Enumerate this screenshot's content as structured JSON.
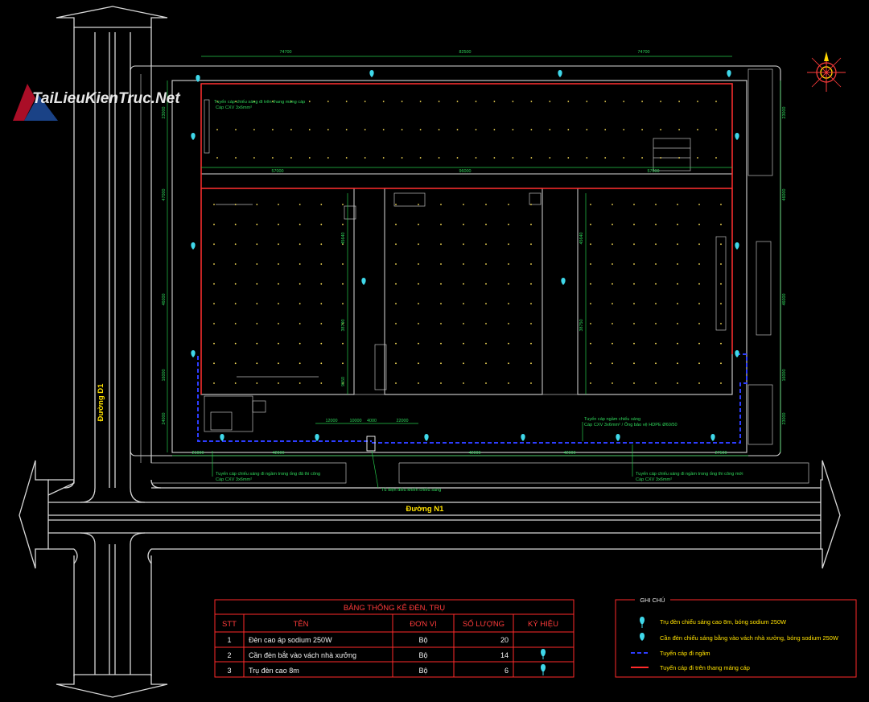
{
  "roads": {
    "road_d1": "Đường D1",
    "road_n1": "Đường N1"
  },
  "watermark": {
    "text": "TaiLieuKienTruc.Net"
  },
  "dimensions": {
    "top": [
      "74700",
      "82500",
      "74700"
    ],
    "mid": [
      "57000",
      "96000",
      "57000"
    ],
    "inner_top": [
      "12000",
      "10000",
      "4000",
      "22000"
    ],
    "bottom": [
      "21000",
      "42000",
      "42000",
      "42000",
      "27500"
    ],
    "left": [
      "23000",
      "47000",
      "46000",
      "16000",
      "24000"
    ],
    "right": [
      "23000",
      "46000",
      "46000",
      "16000",
      "23000"
    ],
    "inner_v": [
      "45640",
      "38790",
      "9550",
      "45640",
      "38750"
    ]
  },
  "annotations": {
    "top_tray_line1": "Tuyến cáp chiếu sáng đi trên thang máng cáp",
    "top_tray_line2": "Cáp CXV 3x6mm²",
    "underground_line1": "Tuyến cáp ngầm chiếu sáng",
    "underground_line2": "Cáp CXV 3x6mm² / Ống bảo vệ HDPE Ø60/50",
    "bottom_left_line1": "Tuyến cáp chiếu sáng đi ngầm trong ống đã thi công",
    "bottom_left_line2": "Cáp CXV 3x6mm²",
    "bottom_right_line1": "Tuyến cáp chiếu sáng đi ngầm trong ống thi công mới",
    "bottom_right_line2": "Cáp CXV 3x6mm²",
    "control_cabinet": "Tủ điện điều khiển chiếu sáng"
  },
  "stats_table": {
    "title": "BẢNG THỐNG KÊ ĐÈN, TRỤ",
    "headers": [
      "STT",
      "TÊN",
      "ĐƠN VỊ",
      "SỐ LƯỢNG",
      "KÝ HIỆU"
    ],
    "rows": [
      {
        "stt": "1",
        "name": "Đèn cao áp sodium 250W",
        "unit": "Bộ",
        "qty": "20"
      },
      {
        "stt": "2",
        "name": "Cần đèn bắt vào vách nhà xưởng",
        "unit": "Bộ",
        "qty": "14"
      },
      {
        "stt": "3",
        "name": "Trụ đèn cao 8m",
        "unit": "Bộ",
        "qty": "6"
      }
    ]
  },
  "legend": {
    "title": "GHI CHÚ",
    "items": [
      "Trụ đèn chiếu sáng cao 8m, bóng sodium 250W",
      "Cần đèn chiếu sáng bằng vào vách nhà xưởng, bóng sodium 250W",
      "Tuyến cáp đi ngầm",
      "Tuyến cáp đi trên thang máng cáp"
    ]
  },
  "colors": {
    "background": "#000000",
    "tray_cable": "#ff2a2a",
    "underground_cable": "#2d3dff",
    "annotation": "#2fd65a",
    "light_fixture": "#ffe45a",
    "lamp_symbol": "#3fd8ea"
  }
}
